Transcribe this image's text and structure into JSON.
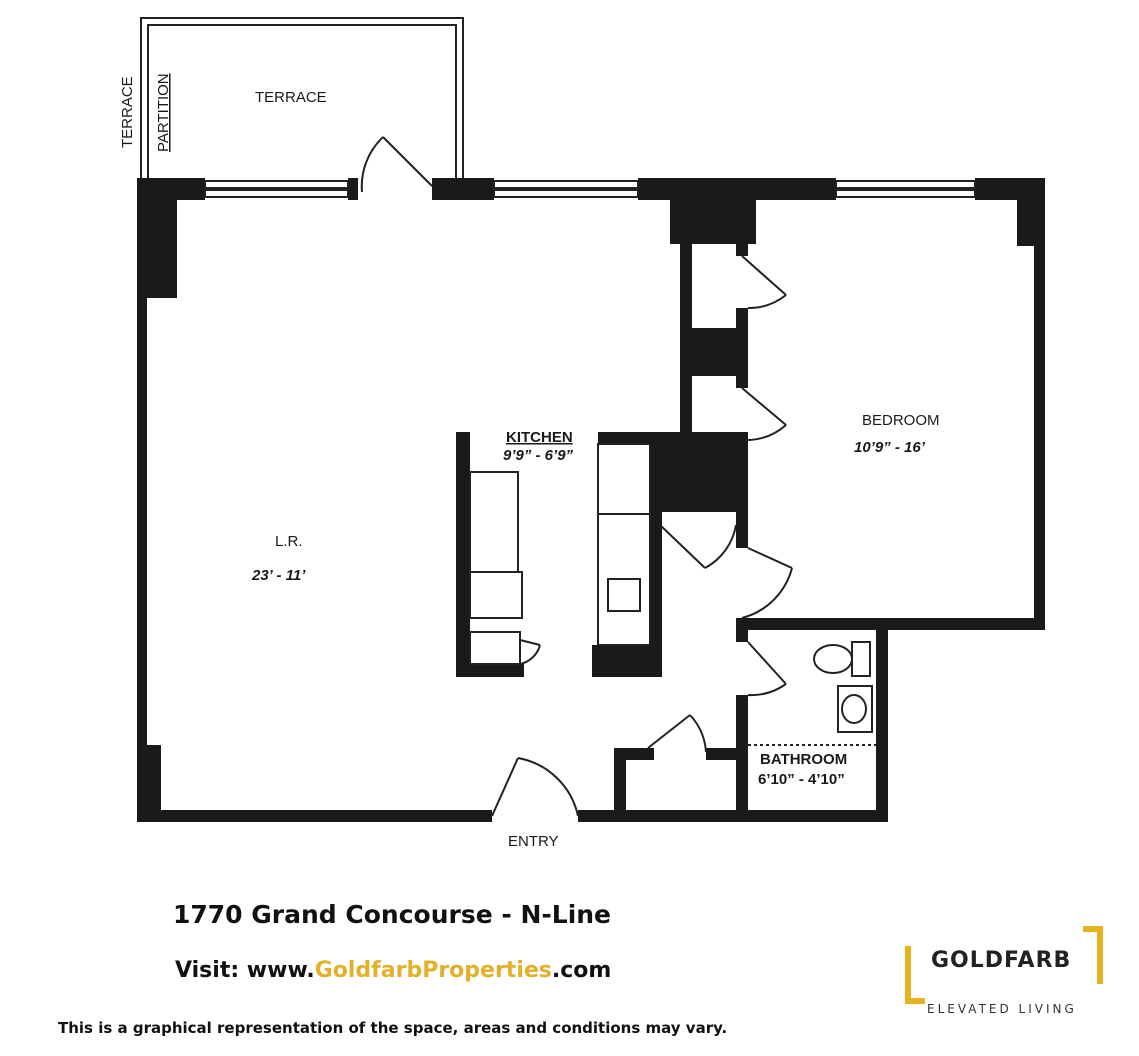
{
  "plan": {
    "rooms": {
      "terrace": "TERRACE",
      "terrace_side": "TERRACE",
      "partition": "PARTITION",
      "kitchen": "KITCHEN",
      "kitchen_dim": "9’9” - 6’9”",
      "living": "L.R.",
      "living_dim": "23’ - 11’",
      "bedroom": "BEDROOM",
      "bedroom_dim": "10’9” - 16’",
      "bathroom": "BATHROOM",
      "bathroom_dim": "6’10” - 4’10”",
      "entry": "ENTRY"
    }
  },
  "footer": {
    "address": "1770 Grand Concourse - N-Line",
    "visit_prefix": "Visit: www.",
    "visit_brand": "GoldfarbProperties",
    "visit_suffix": ".com",
    "disclaimer": "This is a graphical representation of the space, areas and conditions may vary."
  },
  "logo": {
    "wordmark": "GOLDFARB",
    "tagline": "ELEVATED LIVING",
    "accent_color": "#e8b321"
  }
}
